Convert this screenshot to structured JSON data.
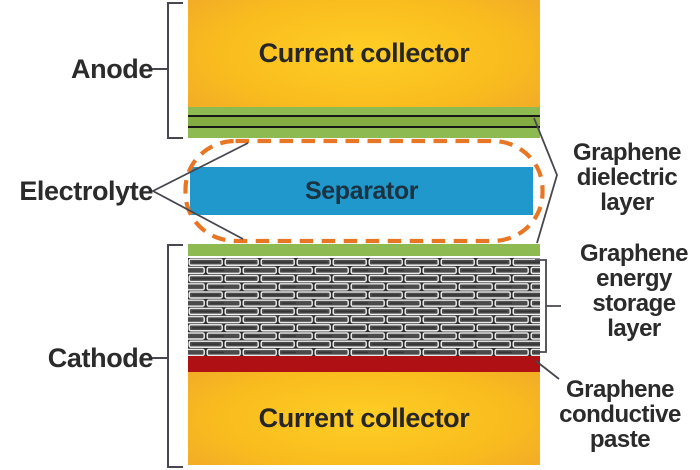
{
  "left_labels": {
    "anode": "Anode",
    "electrolyte": "Electrolyte",
    "cathode": "Cathode"
  },
  "layers": {
    "top_current_collector": "Current collector",
    "separator": "Separator",
    "bottom_current_collector": "Current collector"
  },
  "right_labels": {
    "dielectric": {
      "l1": "Graphene",
      "l2": "dielectric",
      "l3": "layer"
    },
    "storage": {
      "l1": "Graphene",
      "l2": "energy",
      "l3": "storage",
      "l4": "layer"
    },
    "paste": {
      "l1": "Graphene",
      "l2": "conductive",
      "l3": "paste"
    }
  },
  "colors": {
    "collector_gold": "#f9bc1e",
    "collector_gold_center": "#ffce25",
    "collector_gold_edge": "#efa42b",
    "anode_green": "#8dbb51",
    "anode_green_dark": "#83ad43",
    "separator_blue": "#2098cc",
    "separator_text": "#1b3240",
    "electrolyte_dash_orange": "#e87725",
    "storage_brick_bg": "#2c2c2c",
    "storage_brick_fill": "#4a4a4a",
    "storage_brick_stroke": "#f2f2f2",
    "conductive_red": "#ae1014",
    "label_text": "#2b2b2b",
    "line_gray": "#47474f"
  }
}
